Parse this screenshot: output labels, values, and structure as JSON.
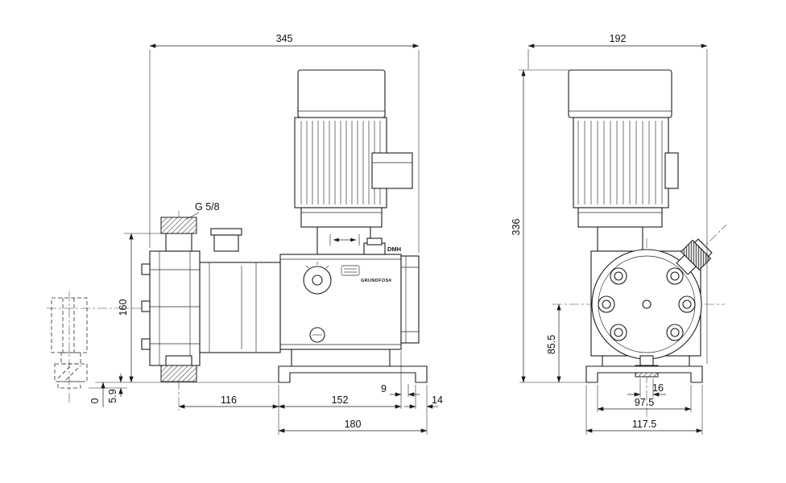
{
  "branding": {
    "brand": "GRUNDFOS",
    "mark": "✕",
    "model": "DMH"
  },
  "labels": {
    "thread": "G 5/8"
  },
  "dims": {
    "d345": "345",
    "d192": "192",
    "d336": "336",
    "d160": "160",
    "d85_5": "85.5",
    "d0": "0",
    "d5_9": "5.9",
    "d116": "116",
    "d152": "152",
    "d9": "9",
    "d14": "14",
    "d180": "180",
    "d16": "16",
    "d97_5": "97.5",
    "d117_5": "117.5"
  }
}
